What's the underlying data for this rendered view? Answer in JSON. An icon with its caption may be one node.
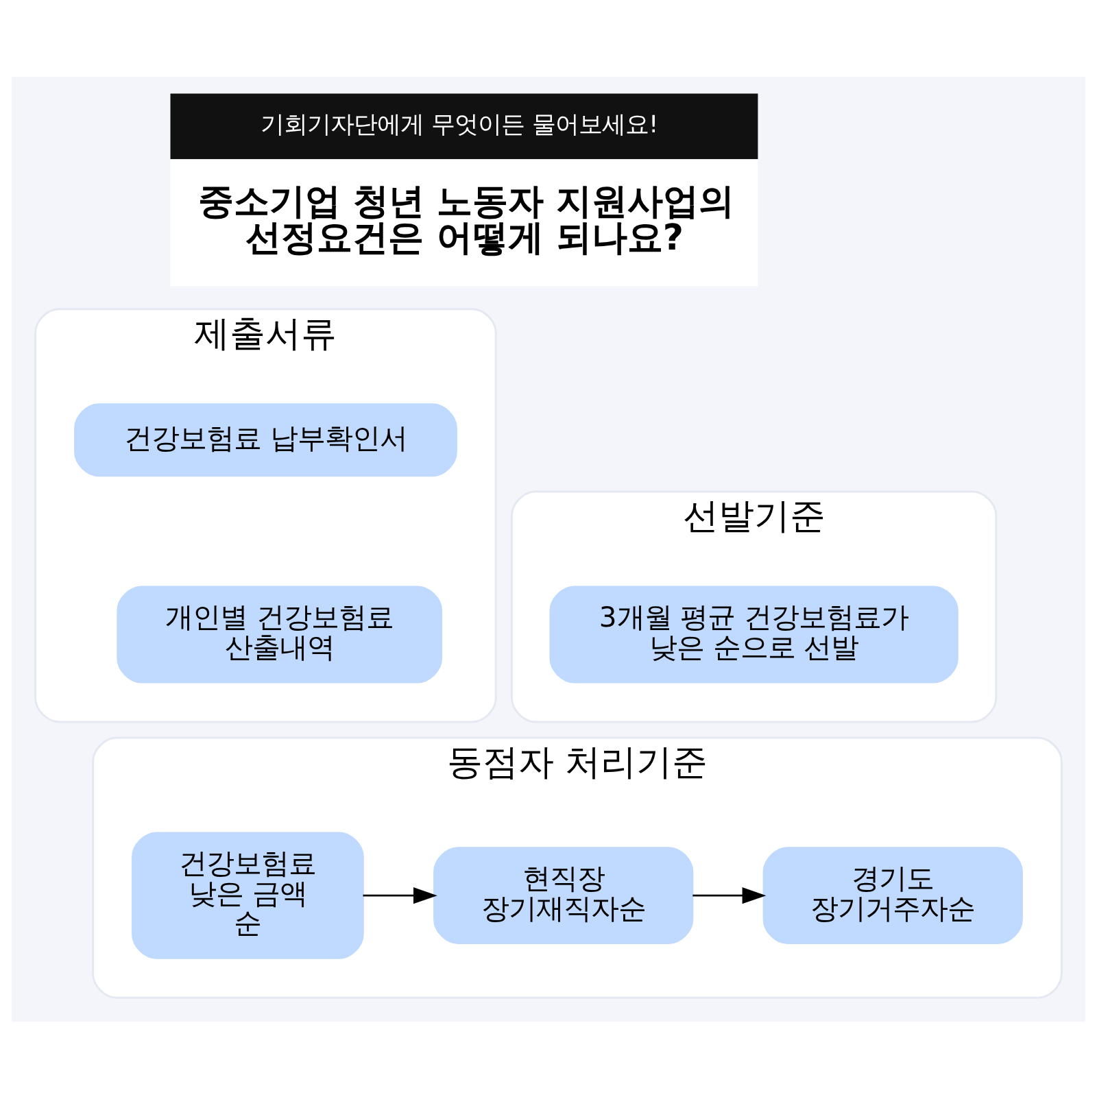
{
  "diagram": {
    "nodes": [
      {
        "text": [
          "기회기자단에게 무엇이든 물어보세요!",
          "중소기업 청년 노동자 지원사업의 선정요건은 어떻게 되나요?"
        ]
      },
      {
        "text": [
          "선발기준"
        ]
      },
      {
        "text": [
          "3개월 평균 건강보험료가 낮은 순으로 선발"
        ],
        "in": 1
      },
      {
        "text": [
          "제출서류"
        ]
      },
      {
        "text": [
          "건강보험료 납부확인서"
        ],
        "in": 3
      },
      {
        "text": [
          "개인별 건강보험료 산출내역"
        ],
        "in": 3
      },
      {
        "text": [
          "동점자 처리기준"
        ]
      },
      {
        "text": [
          "건강보험료 낮은 금액 순"
        ],
        "in": 6
      },
      {
        "text": [
          "현직장 장기재직자순"
        ],
        "in": 6
      },
      {
        "text": [
          "경기도 장기거주자순"
        ],
        "in": 6
      }
    ],
    "edges": [
      {
        "from": 7,
        "to": 8,
        "arrow": "to"
      },
      {
        "from": 8,
        "to": 9,
        "arrow": "to"
      }
    ]
  }
}
